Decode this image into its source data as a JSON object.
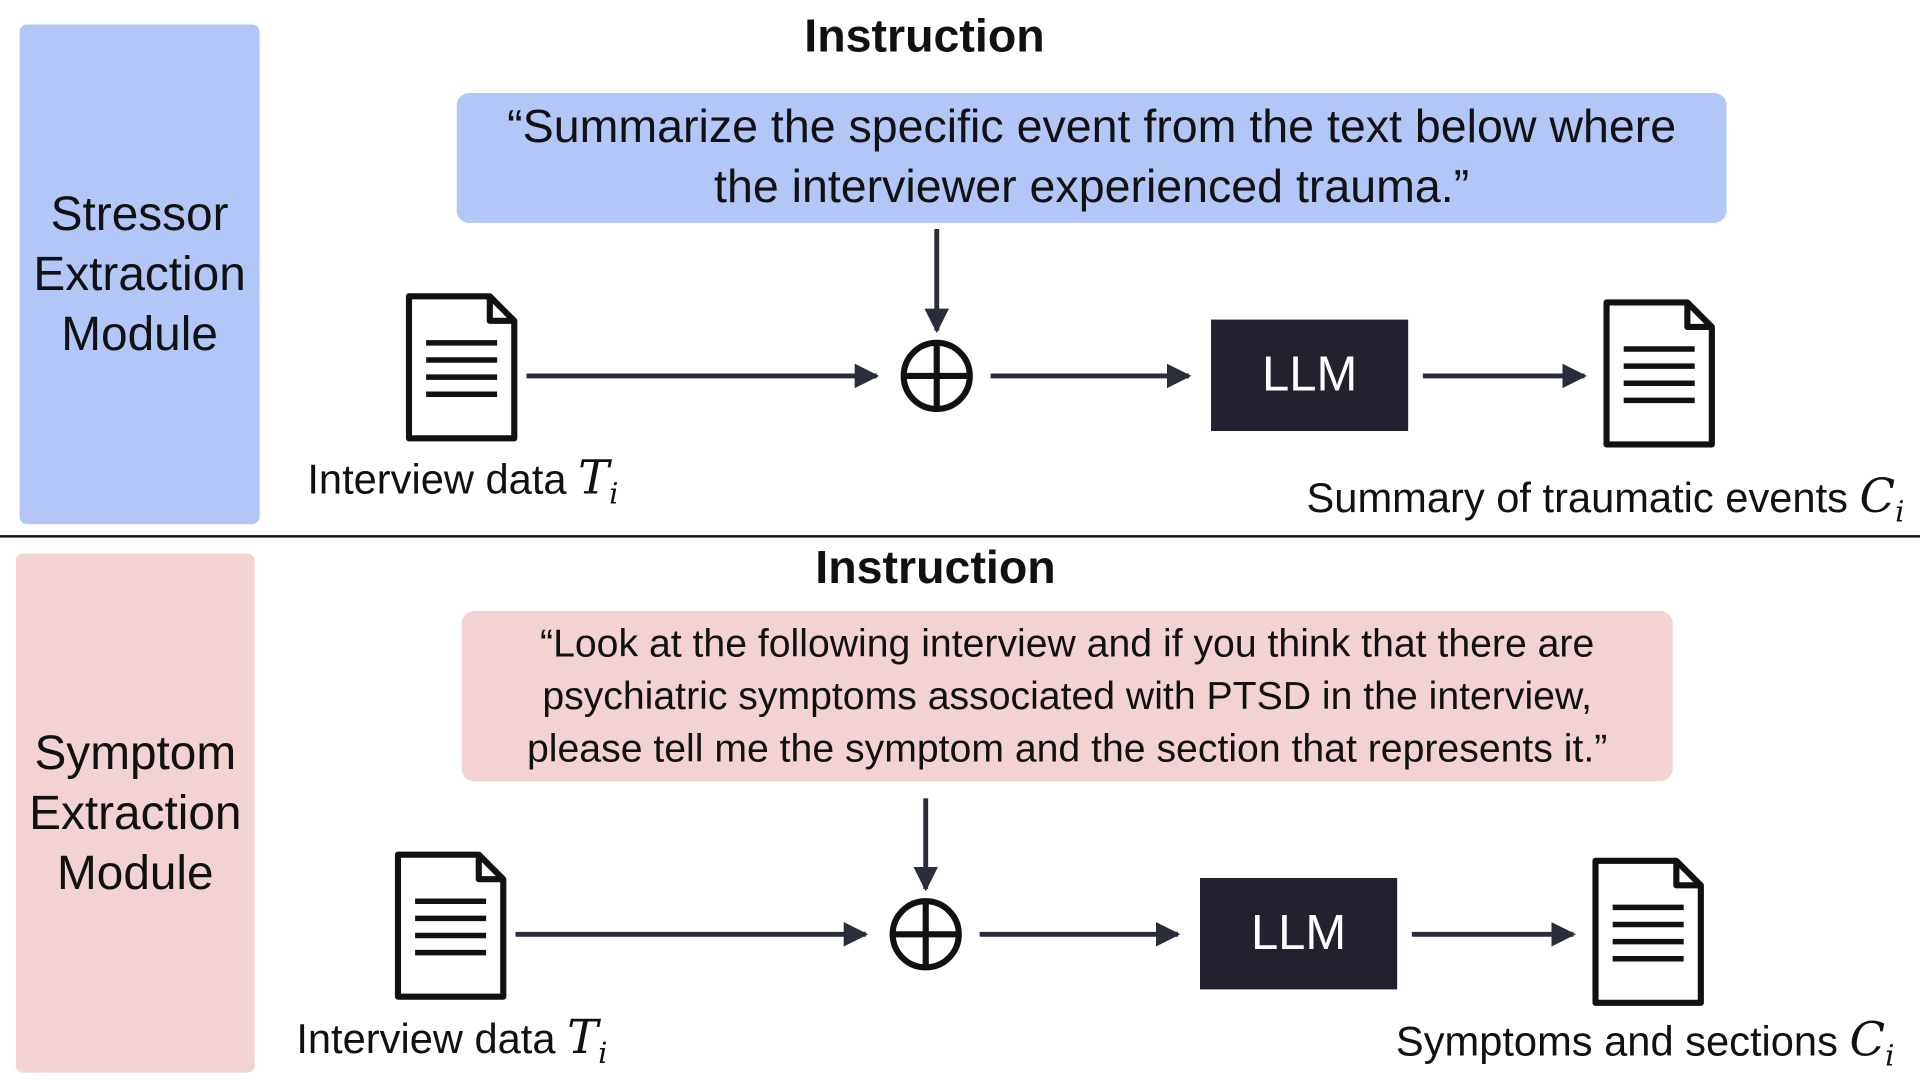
{
  "colors": {
    "stressor_fill": "#b3c6f8",
    "symptom_fill": "#f2d2d3",
    "llm_fill": "#22222e",
    "line": "#2a2d3a"
  },
  "stressor": {
    "module_label": "Stressor\nExtraction\nModule",
    "heading": "Instruction",
    "instruction": "“Summarize the specific event from the text below where\nthe interviewer experienced trauma.”",
    "llm_label": "LLM",
    "input_caption": "Interview data",
    "input_symbol": "T",
    "input_subscript": "i",
    "output_caption": "Summary of traumatic events",
    "output_symbol": "C",
    "output_subscript": "i",
    "combine_icon": "circled-plus-icon",
    "input_icon": "document-icon",
    "output_icon": "document-icon"
  },
  "symptom": {
    "module_label": "Symptom\nExtraction\nModule",
    "heading": "Instruction",
    "instruction": "“Look at the following interview and if you think that there are\npsychiatric symptoms associated with PTSD in the interview,\nplease tell me the symptom and the section that represents it.”",
    "llm_label": "LLM",
    "input_caption": "Interview data",
    "input_symbol": "T",
    "input_subscript": "i",
    "output_caption": "Symptoms and sections",
    "output_symbol": "C",
    "output_subscript": "i",
    "combine_icon": "circled-plus-icon",
    "input_icon": "document-icon",
    "output_icon": "document-icon"
  }
}
